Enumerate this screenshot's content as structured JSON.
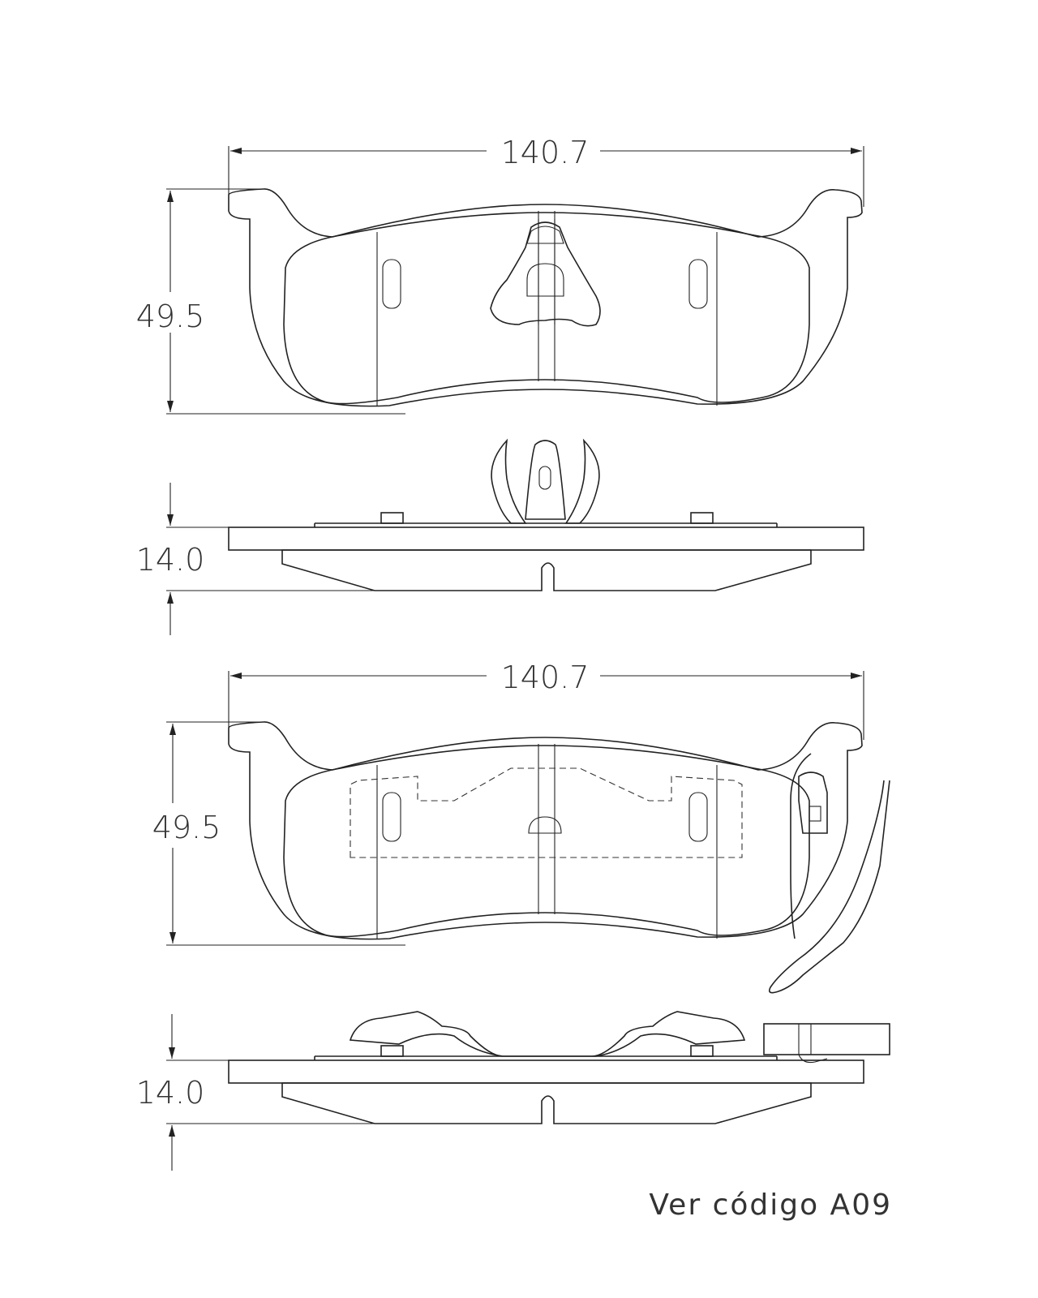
{
  "drawing": {
    "upper_pad": {
      "width_label": "140.7",
      "height_label": "49.5",
      "thickness_label": "14.0"
    },
    "lower_pad": {
      "width_label": "140.7",
      "height_label": "49.5",
      "thickness_label": "14.0"
    },
    "note": "Ver código A09"
  }
}
